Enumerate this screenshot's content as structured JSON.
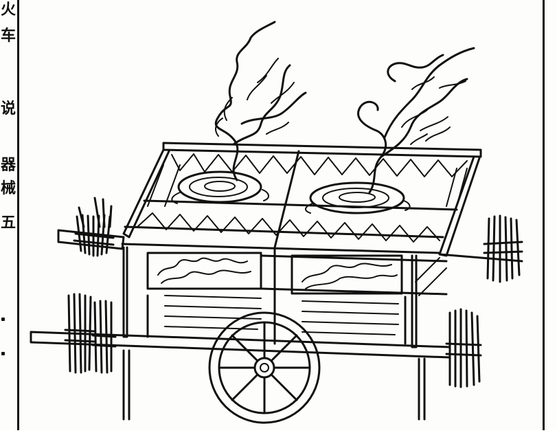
{
  "margin_text": {
    "glyphs": [
      "火",
      "车",
      "",
      "说",
      "",
      "器",
      "械",
      "五"
    ]
  },
  "illustration": {
    "subject": "fire-cart"
  }
}
